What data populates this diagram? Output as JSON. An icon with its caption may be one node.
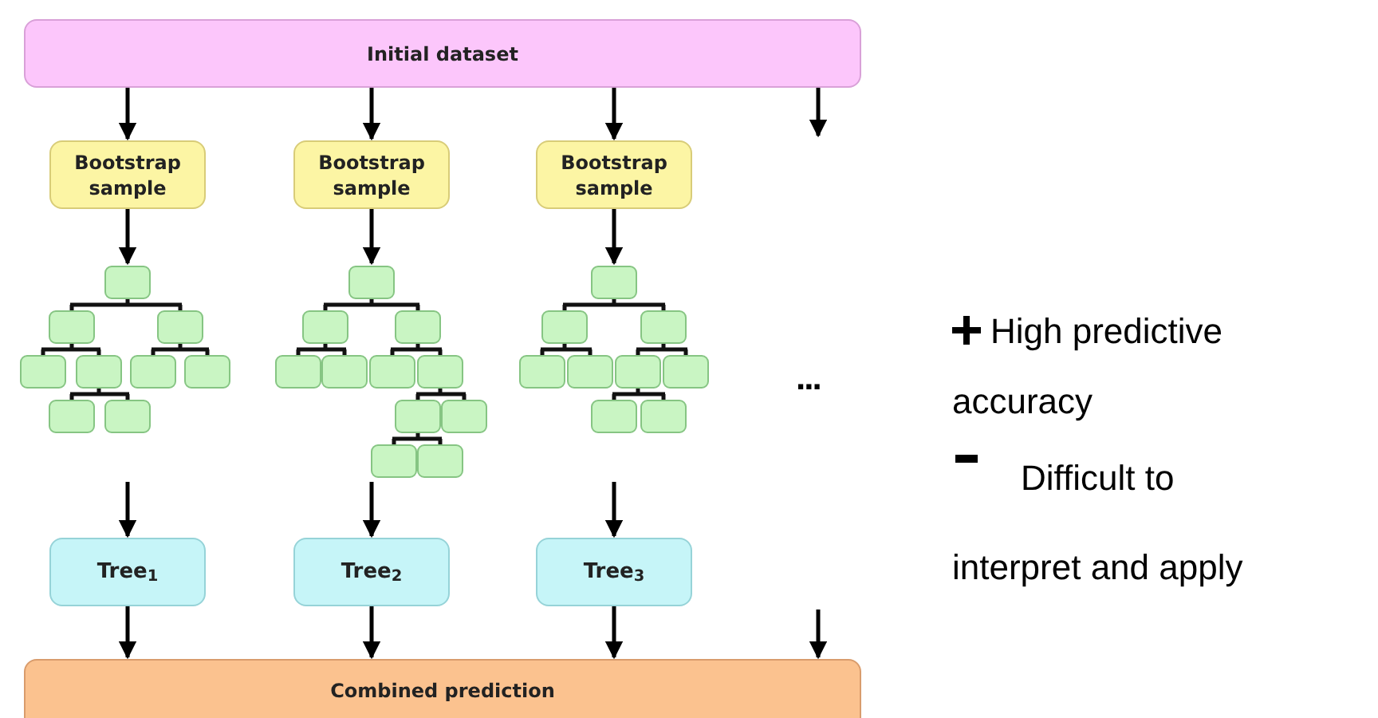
{
  "diagram": {
    "nodes": [
      {
        "text": [
          "Initial dataset"
        ]
      },
      {
        "text": [
          "Bootstrap sample"
        ]
      },
      {
        "text": [
          "Bootstrap sample"
        ]
      },
      {
        "text": [
          "Bootstrap sample"
        ]
      },
      {
        "text": [],
        "shape": "picture"
      },
      {
        "text": [],
        "shape": "picture"
      },
      {
        "text": [],
        "shape": "picture"
      },
      {
        "text": [
          "Tree$_{1}$"
        ]
      },
      {
        "text": [
          "Tree$_{2}$"
        ]
      },
      {
        "text": [
          "Tree$_{3}$"
        ]
      },
      {
        "text": [
          "Combined prediction"
        ]
      }
    ],
    "edges": [
      {
        "from": 0,
        "to": 1,
        "arrow": "to"
      },
      {
        "from": 0,
        "to": 2,
        "arrow": "to"
      },
      {
        "from": 0,
        "to": 3,
        "arrow": "to"
      },
      {
        "from": 0,
        "to": null,
        "arrow": "to"
      },
      {
        "from": 1,
        "to": 4,
        "arrow": "to"
      },
      {
        "from": 2,
        "to": 5,
        "arrow": "to"
      },
      {
        "from": 3,
        "to": 6,
        "arrow": "to"
      },
      {
        "from": 4,
        "to": 7,
        "arrow": "to"
      },
      {
        "from": 5,
        "to": 8,
        "arrow": "to"
      },
      {
        "from": 6,
        "to": 9,
        "arrow": "to"
      },
      {
        "from": 7,
        "to": 10,
        "arrow": "to"
      },
      {
        "from": 8,
        "to": 10,
        "arrow": "to"
      },
      {
        "from": 9,
        "to": 10,
        "arrow": "to"
      },
      {
        "from": null,
        "to": 10,
        "arrow": "to"
      }
    ],
    "labels": [
      "...",
      "High predictive accuracy",
      "Difficult to interpret and apply"
    ]
  }
}
